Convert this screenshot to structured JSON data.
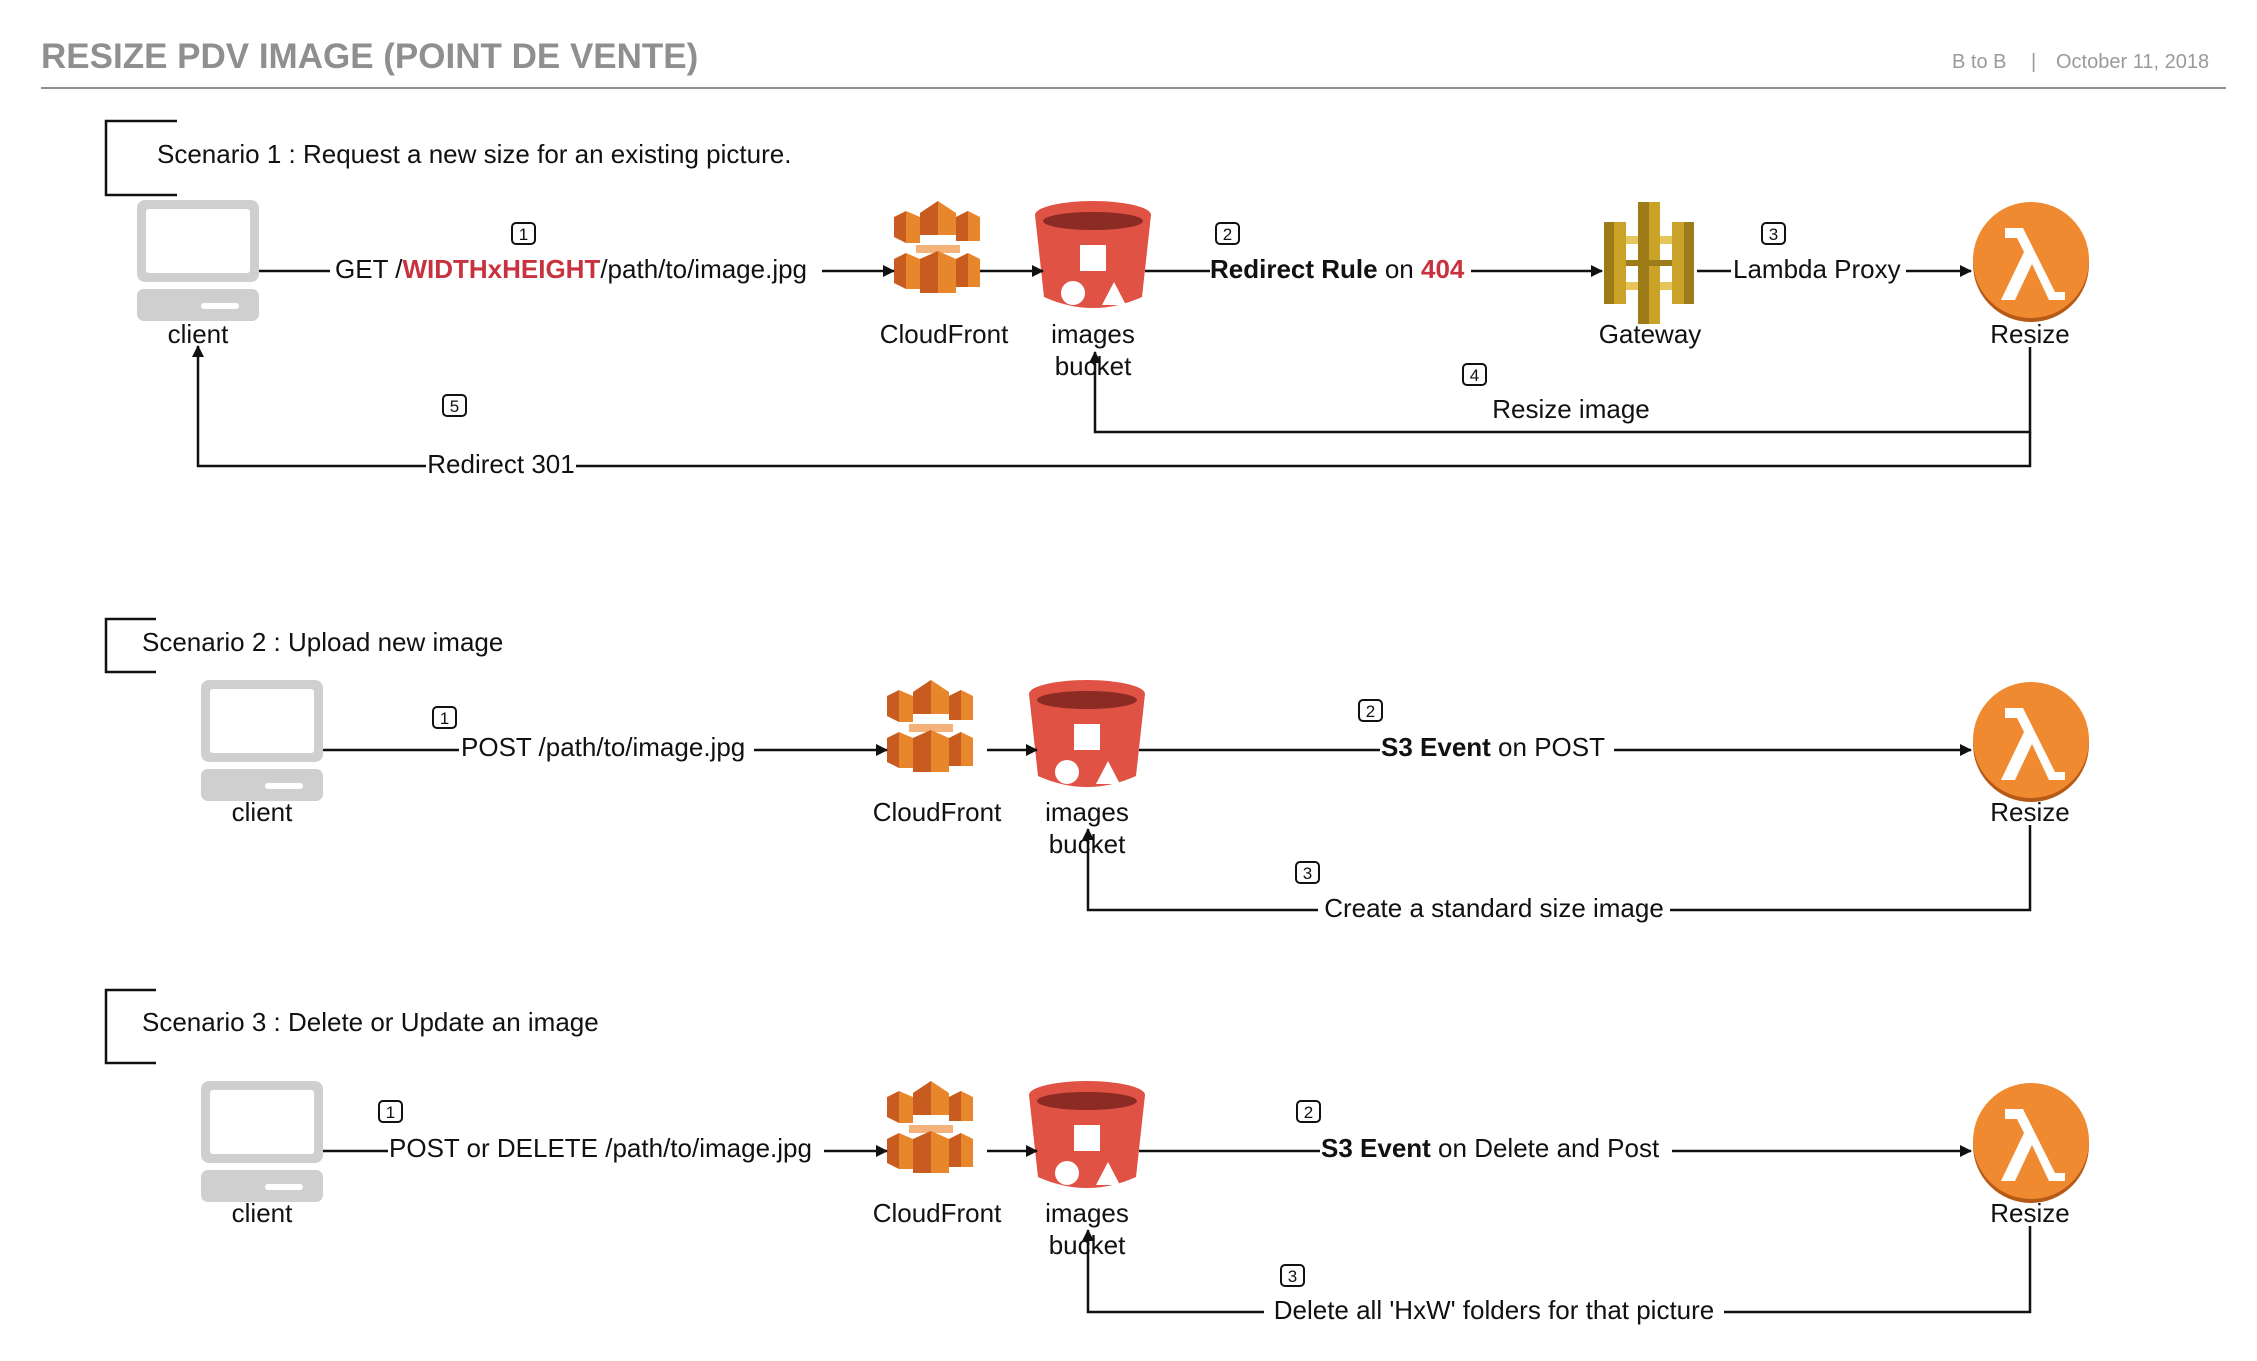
{
  "header": {
    "title": "RESIZE PDV IMAGE (POINT DE VENTE)",
    "subtitle": "B to B",
    "separator": "|",
    "date": "October 11, 2018"
  },
  "colors": {
    "title_gray": "#8f8f8f",
    "aws_orange": "#e8862b",
    "s3_red": "#e05243",
    "gateway_gold": "#c9a227",
    "lambda_orange": "#f08a30",
    "highlight_red": "#c8323e"
  },
  "icons": {
    "client": "laptop-icon",
    "cloudfront": "cloudfront-icon",
    "s3": "s3-bucket-icon",
    "gateway": "api-gateway-icon",
    "lambda": "lambda-icon"
  },
  "scenario1": {
    "heading": "Scenario 1 : Request a new size for an existing picture.",
    "client_label": "client",
    "cloudfront_label": "CloudFront",
    "bucket_label_line1": "images",
    "bucket_label_line2": "bucket",
    "gateway_label": "Gateway",
    "resize_label": "Resize",
    "step1": {
      "num": "1",
      "prefix": "GET /",
      "highlight": "WIDTHxHEIGHT",
      "suffix": "/path/to/image.jpg"
    },
    "step2": {
      "num": "2",
      "bold": "Redirect Rule",
      "middle": " on ",
      "highlight": "404"
    },
    "step3": {
      "num": "3",
      "text": "Lambda Proxy"
    },
    "step4": {
      "num": "4",
      "text": "Resize image"
    },
    "step5": {
      "num": "5",
      "text": "Redirect 301"
    }
  },
  "scenario2": {
    "heading": "Scenario 2 : Upload new image",
    "client_label": "client",
    "cloudfront_label": "CloudFront",
    "bucket_label_line1": "images",
    "bucket_label_line2": "bucket",
    "resize_label": "Resize",
    "step1": {
      "num": "1",
      "text": "POST /path/to/image.jpg"
    },
    "step2": {
      "num": "2",
      "bold": "S3 Event",
      "rest": " on POST"
    },
    "step3": {
      "num": "3",
      "text": "Create a standard size image"
    }
  },
  "scenario3": {
    "heading": "Scenario 3 : Delete or Update an image",
    "client_label": "client",
    "cloudfront_label": "CloudFront",
    "bucket_label_line1": "images",
    "bucket_label_line2": "bucket",
    "resize_label": "Resize",
    "step1": {
      "num": "1",
      "text": "POST or DELETE /path/to/image.jpg"
    },
    "step2": {
      "num": "2",
      "bold": "S3 Event",
      "rest": " on Delete and Post"
    },
    "step3": {
      "num": "3",
      "text": "Delete all 'HxW' folders for that picture"
    }
  }
}
